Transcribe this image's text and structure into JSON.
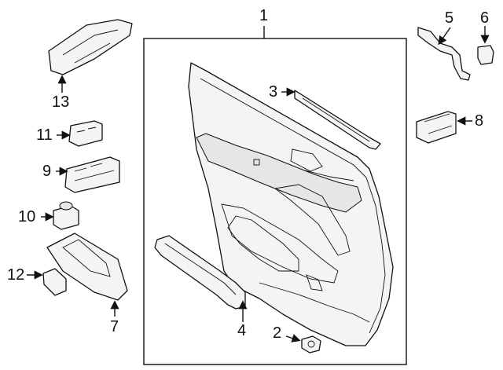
{
  "diagram": {
    "callouts": [
      {
        "id": "c1",
        "label": "1",
        "part": "door-trim-panel"
      },
      {
        "id": "c2",
        "label": "2",
        "part": "clip"
      },
      {
        "id": "c3",
        "label": "3",
        "part": "upper-bracket"
      },
      {
        "id": "c4",
        "label": "4",
        "part": "armrest-pad"
      },
      {
        "id": "c5",
        "label": "5",
        "part": "mount-bracket"
      },
      {
        "id": "c6",
        "label": "6",
        "part": "retainer-nut"
      },
      {
        "id": "c7",
        "label": "7",
        "part": "switch-bezel"
      },
      {
        "id": "c8",
        "label": "8",
        "part": "window-switch-right"
      },
      {
        "id": "c9",
        "label": "9",
        "part": "master-window-switch"
      },
      {
        "id": "c10",
        "label": "10",
        "part": "mirror-switch"
      },
      {
        "id": "c11",
        "label": "11",
        "part": "lock-switch"
      },
      {
        "id": "c12",
        "label": "12",
        "part": "switch-trim"
      },
      {
        "id": "c13",
        "label": "13",
        "part": "pull-handle-cover"
      }
    ]
  }
}
